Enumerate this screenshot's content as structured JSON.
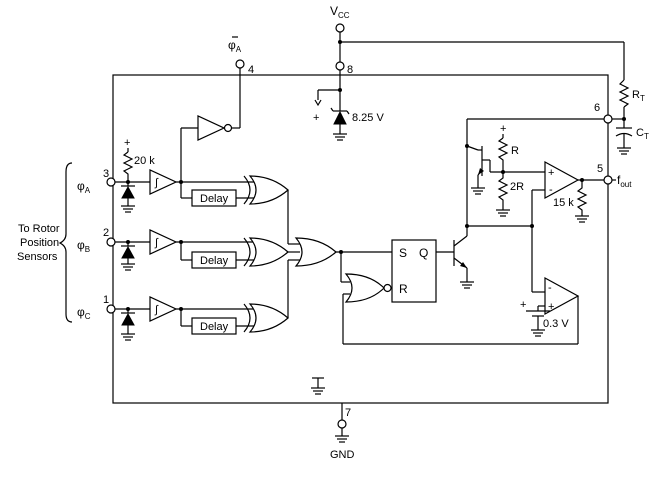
{
  "vcc": {
    "main": "V",
    "sub": "CC"
  },
  "gnd": "GND",
  "phi_a_out": {
    "main": "φ",
    "sub": "A"
  },
  "pins": {
    "p1": "1",
    "p2": "2",
    "p3": "3",
    "p4": "4",
    "p5": "5",
    "p6": "6",
    "p7": "7",
    "p8": "8"
  },
  "inputs": [
    {
      "main": "φ",
      "sub": "A"
    },
    {
      "main": "φ",
      "sub": "B"
    },
    {
      "main": "φ",
      "sub": "C"
    }
  ],
  "rotor_label": [
    "To Rotor",
    "Position",
    "Sensors"
  ],
  "zener_voltage": "8.25 V",
  "pullup": "20 k",
  "delay": "Delay",
  "ff_s": "S",
  "ff_q": "Q",
  "ff_r": "R",
  "r_top": "R",
  "r_bottom": "2R",
  "r_out": "15 k",
  "ref_voltage": "0.3 V",
  "rt": {
    "main": "R",
    "sub": "T"
  },
  "ct": {
    "main": "C",
    "sub": "T"
  },
  "fout": {
    "main": "f",
    "sub": "out"
  },
  "plus": "+",
  "minus": "-"
}
